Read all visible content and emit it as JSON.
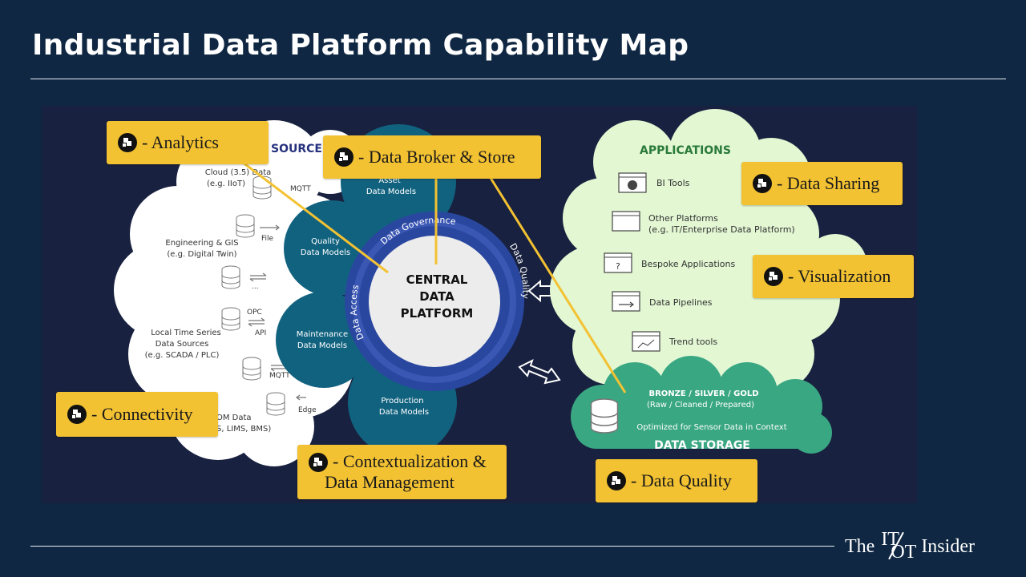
{
  "title": "Industrial Data Platform Capability Map",
  "brand": {
    "prefix": "The",
    "it": "IT",
    "ot": "OT",
    "suffix": "Insider"
  },
  "colors": {
    "background": "#0f2742",
    "panel": "#18213f",
    "callout": "#f3c232",
    "teal": "#11627f",
    "ring": "#2a47a0",
    "storage": "#3aa783",
    "apps": "#e3f7d3"
  },
  "diagram": {
    "sources_title": "SOURCES",
    "sources": {
      "cloud": {
        "line1": "Cloud (3.5) Data",
        "line2": "(e.g. IIoT)",
        "protocol": "MQTT"
      },
      "engineering": {
        "line1": "Engineering & GIS",
        "line2": "(e.g. Digital Twin)",
        "protocol": "File"
      },
      "ellipsis": "...",
      "opc": "OPC",
      "api": "API",
      "timeseries": {
        "line1": "Local Time Series",
        "line2": "Data Sources",
        "line3": "(e.g. SCADA / PLC)"
      },
      "mqtt2": "MQTT",
      "edge": "Edge",
      "som": {
        "line1": "OM Data",
        "line2": "S, LIMS, BMS)"
      }
    },
    "models": {
      "asset": {
        "line1": "Asset",
        "line2": "Data Models"
      },
      "quality": {
        "line1": "Quality",
        "line2": "Data Models"
      },
      "maintenance": {
        "line1": "Maintenance",
        "line2": "Data Models"
      },
      "production": {
        "line1": "Production",
        "line2": "Data Models"
      }
    },
    "ring": {
      "governance": "Data Governance",
      "access": "Data Access",
      "quality": "Data Quality"
    },
    "center": {
      "line1": "CENTRAL",
      "line2": "DATA",
      "line3": "PLATFORM"
    },
    "applications": {
      "title": "APPLICATIONS",
      "items": [
        {
          "label": "BI Tools",
          "icon": "pie-chart-icon"
        },
        {
          "label": "Other Platforms",
          "sub": "(e.g. IT/Enterprise Data Platform)",
          "icon": "window-icon"
        },
        {
          "label": "Bespoke Applications",
          "icon": "question-window-icon"
        },
        {
          "label": "Data Pipelines",
          "icon": "arrow-window-icon"
        },
        {
          "label": "Trend tools",
          "icon": "trend-chart-icon"
        }
      ]
    },
    "storage": {
      "line1": "BRONZE / SILVER / GOLD",
      "line2": "(Raw / Cleaned / Prepared)",
      "line3": "Optimized for Sensor Data in Context",
      "title": "DATA STORAGE"
    }
  },
  "callouts": {
    "analytics": "- Analytics",
    "broker": "- Data Broker & Store",
    "sharing": "- Data Sharing",
    "visualization": "- Visualization",
    "connectivity": "- Connectivity",
    "contextualization_1": "- Contextualization &",
    "contextualization_2": "Data Management",
    "quality": "- Data Quality"
  }
}
